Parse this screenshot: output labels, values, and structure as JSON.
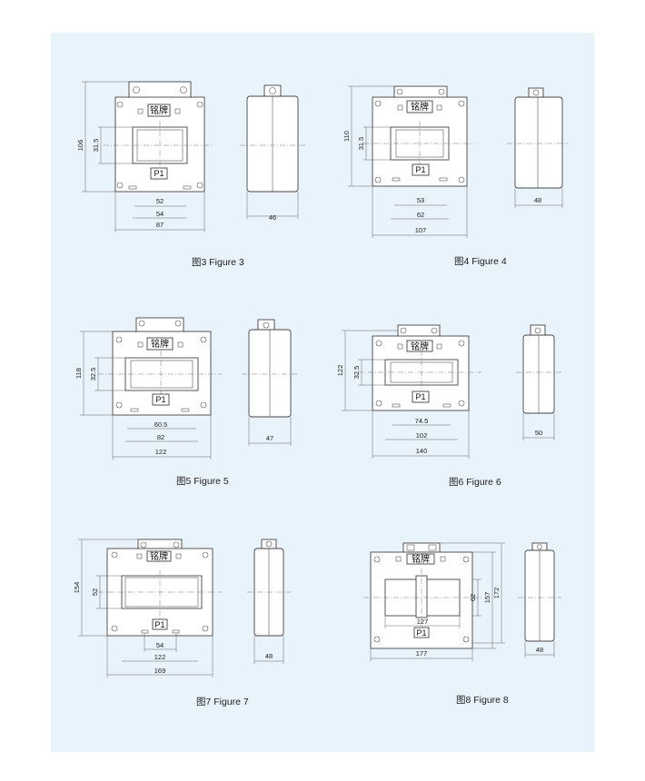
{
  "nameplate_text": "铭牌",
  "terminal_mark": "P1",
  "figures": [
    {
      "id": "fig3",
      "caption": "图3 Figure 3",
      "height": "106",
      "window": "31.5",
      "w1": "52",
      "w2": "54",
      "w3": "87",
      "depth": "46"
    },
    {
      "id": "fig4",
      "caption": "图4 Figure 4",
      "height": "110",
      "window": "31.5",
      "w1": "53",
      "w2": "62",
      "w3": "107",
      "depth": "48"
    },
    {
      "id": "fig5",
      "caption": "图5 Figure 5",
      "height": "118",
      "window": "32.5",
      "w1": "60.5",
      "w2": "82",
      "w3": "122",
      "depth": "47"
    },
    {
      "id": "fig6",
      "caption": "图6 Figure 6",
      "height": "122",
      "window": "32.5",
      "w1": "74.5",
      "w2": "102",
      "w3": "140",
      "depth": "50"
    },
    {
      "id": "fig7",
      "caption": "图7 Figure 7",
      "height": "154",
      "window": "52",
      "w1": "54",
      "w2": "122",
      "w3": "169",
      "depth": "48"
    },
    {
      "id": "fig8",
      "caption": "图8 Figure 8",
      "height": "172",
      "height2": "157",
      "window": "62",
      "w1": "127",
      "w3": "177",
      "depth": "48"
    }
  ]
}
